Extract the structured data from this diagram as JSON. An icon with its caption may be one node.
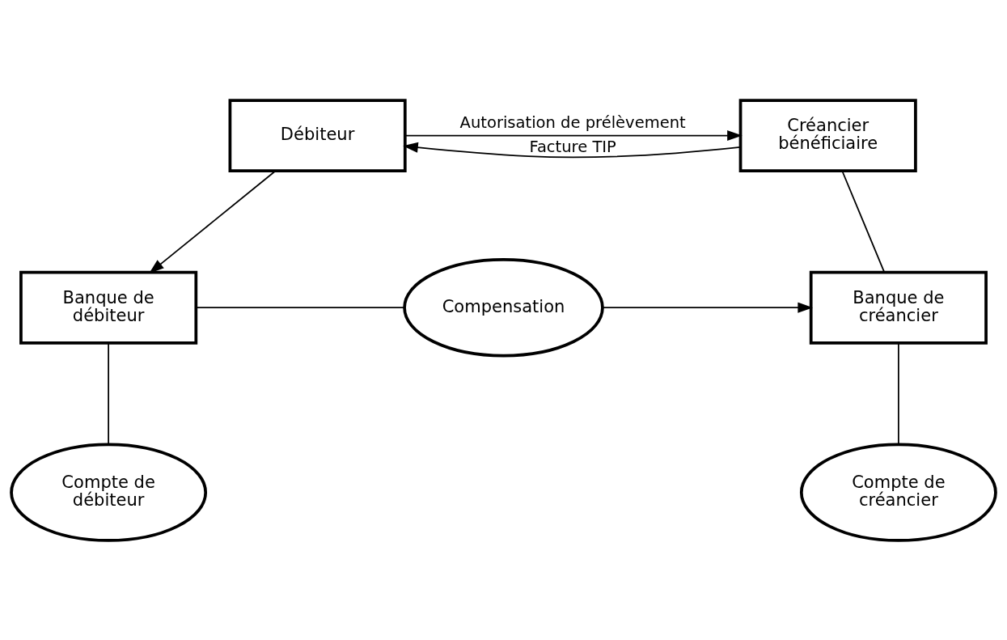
{
  "diagram": {
    "nodes": [
      {
        "text": [
          "Débiteur"
        ]
      },
      {
        "text": [
          "Créancier bénéficiaire"
        ]
      },
      {
        "text": [
          "Banque de débiteur"
        ]
      },
      {
        "text": [
          "Compensation"
        ]
      },
      {
        "text": [
          "Banque de créancier"
        ]
      },
      {
        "text": [
          "Compte de débiteur"
        ]
      },
      {
        "text": [
          "Compte de créancier"
        ]
      }
    ],
    "edges": [
      {
        "from": 0,
        "to": 1,
        "arrow": "to",
        "label": "Autorisation de prélèvement"
      },
      {
        "from": 1,
        "to": 0,
        "arrow": "to",
        "label": "Facture TIP"
      },
      {
        "from": 0,
        "to": 2,
        "arrow": "to"
      },
      {
        "from": 2,
        "to": 3,
        "arrow": "none"
      },
      {
        "from": 3,
        "to": 4,
        "arrow": "to"
      },
      {
        "from": 1,
        "to": 4,
        "arrow": "none"
      },
      {
        "from": 2,
        "to": 5,
        "arrow": "none"
      },
      {
        "from": 4,
        "to": 6,
        "arrow": "none"
      }
    ]
  }
}
